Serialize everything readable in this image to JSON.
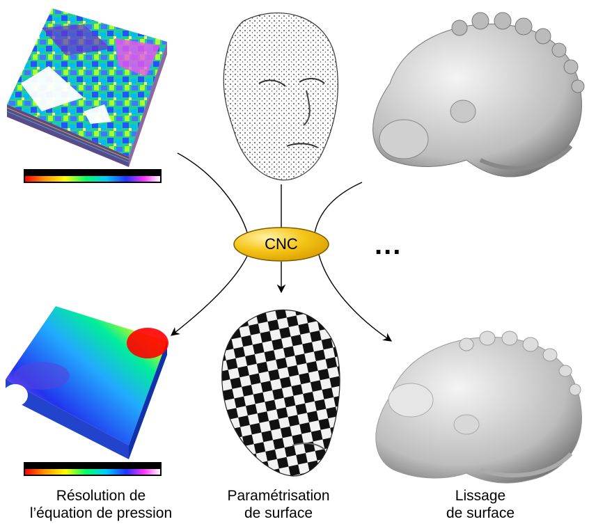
{
  "hub": {
    "label": "CNC"
  },
  "more": {
    "label": "..."
  },
  "captions": {
    "left": {
      "line1": "Résolution de",
      "line2": "l’équation de pression"
    },
    "center": {
      "line1": "Paramétrisation",
      "line2": "de surface"
    },
    "right": {
      "line1": "Lissage",
      "line2": "de surface"
    }
  },
  "colors": {
    "hub_fill": "#f5c518",
    "hub_stroke": "#7a5a00",
    "arrow": "#000000"
  }
}
